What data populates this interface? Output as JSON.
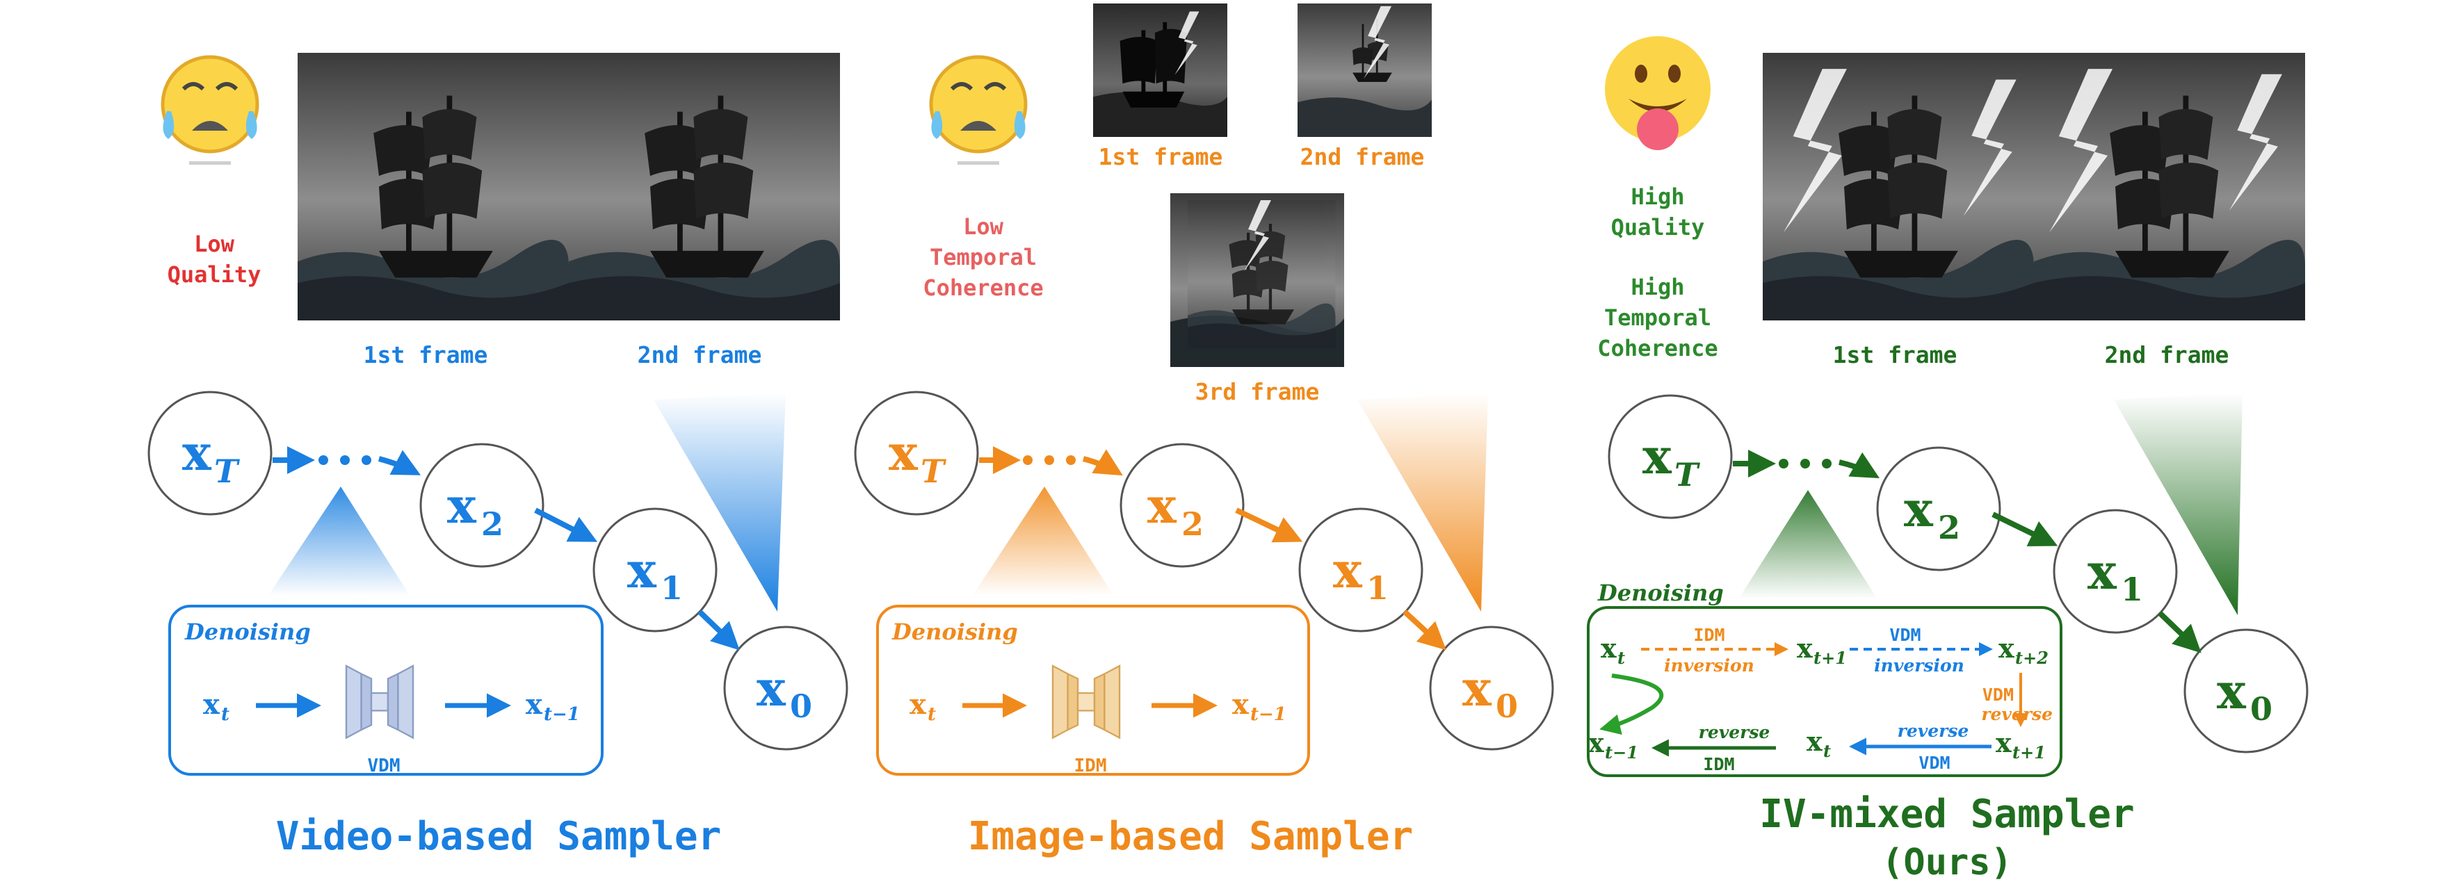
{
  "colors": {
    "video": "#1a7fe0",
    "image": "#f08a1c",
    "mixed": "#1f6e1f",
    "low_red": "#e23232",
    "temporal_red": "#e86060",
    "green_text": "#2c8a2c",
    "circle_stroke": "#555555"
  },
  "icons": [
    "crying-emoji-icon",
    "crying-emoji-icon",
    "tongue-out-emoji-icon",
    "unet-block-icon"
  ],
  "panels": {
    "video": {
      "title": "Video-based Sampler",
      "quality_label": [
        "Low",
        "Quality"
      ],
      "frame_labels": [
        "1st frame",
        "2nd frame"
      ],
      "nodes": [
        "xT",
        "x2",
        "x1",
        "x0"
      ],
      "box_title": "Denoising",
      "box_input": "x_t",
      "box_output": "x_t-1",
      "model": "VDM"
    },
    "image": {
      "title": "Image-based Sampler",
      "quality_label": [
        "Low",
        "Temporal",
        "Coherence"
      ],
      "frame_labels": [
        "1st frame",
        "2nd frame",
        "3rd frame"
      ],
      "nodes": [
        "xT",
        "x2",
        "x1",
        "x0"
      ],
      "box_title": "Denoising",
      "box_input": "x_t",
      "box_output": "x_t-1",
      "model": "IDM"
    },
    "mixed": {
      "title_line1": "IV-mixed Sampler",
      "title_line2": "(Ours)",
      "quality_label": [
        "High",
        "Quality"
      ],
      "coherence_label": [
        "High",
        "Temporal",
        "Coherence"
      ],
      "frame_labels": [
        "1st frame",
        "2nd frame"
      ],
      "nodes": [
        "xT",
        "x2",
        "x1",
        "x0"
      ],
      "box_title": "Denoising",
      "steps": {
        "idm": "IDM",
        "inversion": "inversion",
        "vdm": "VDM",
        "reverse": "reverse"
      }
    }
  }
}
